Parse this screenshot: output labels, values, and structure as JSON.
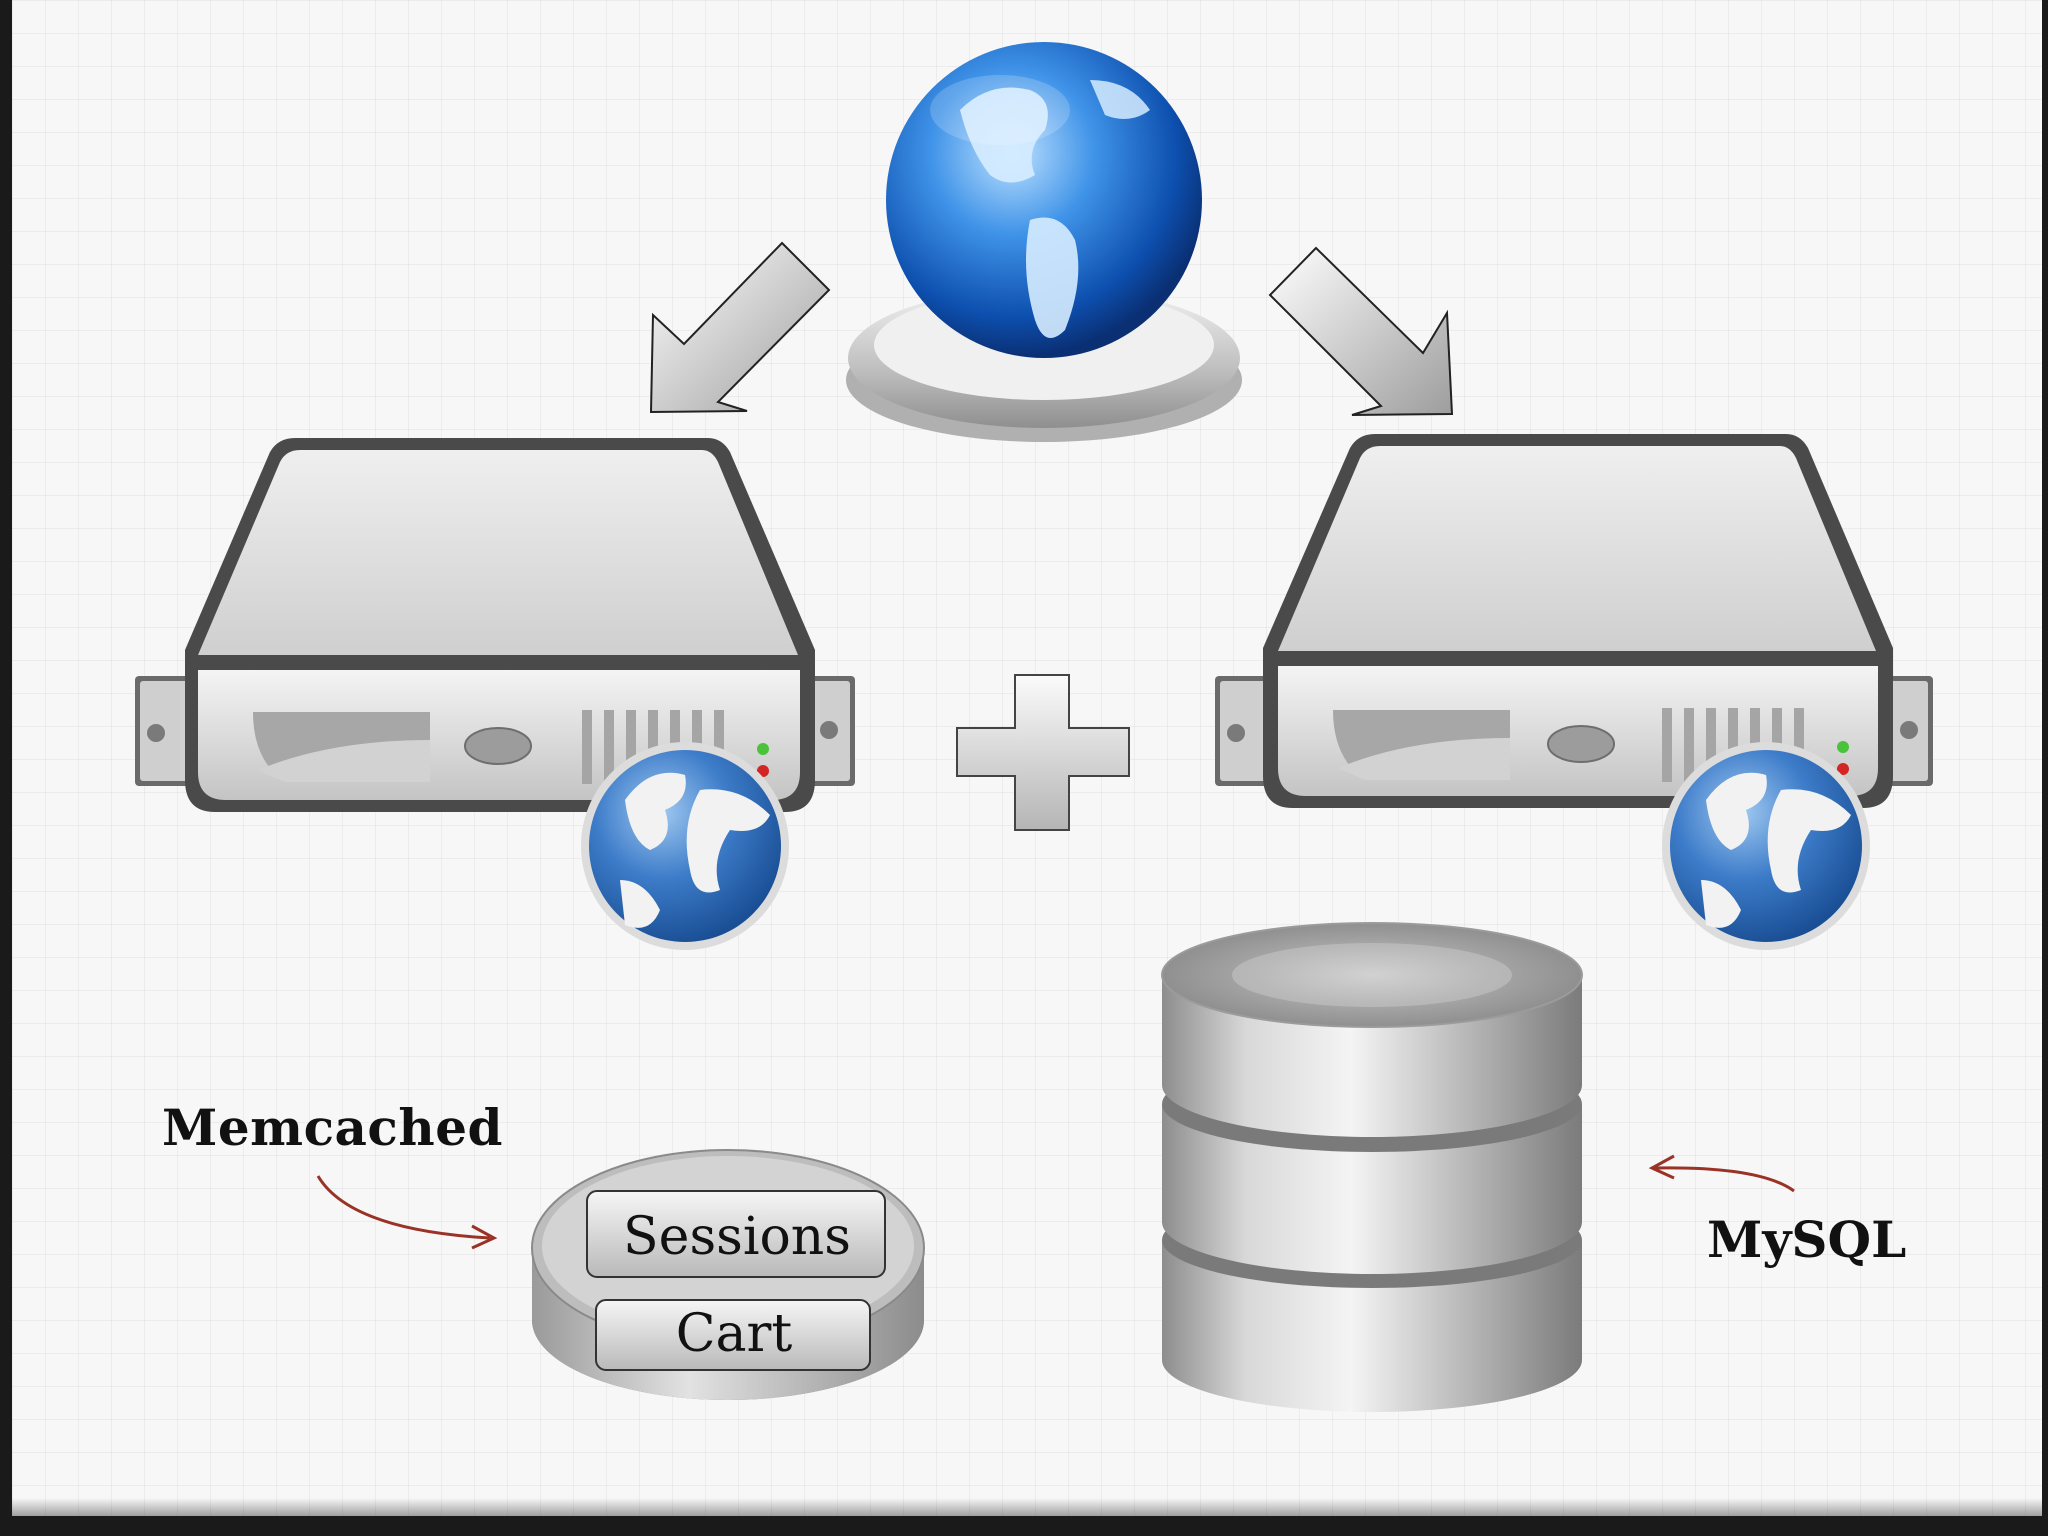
{
  "diagram": {
    "nodes": {
      "internet": {
        "icon": "globe-icon"
      },
      "web_server_left": {
        "icon": "web-server-icon"
      },
      "web_server_right": {
        "icon": "web-server-icon"
      },
      "memcached_store": {
        "icon": "cache-disk-icon"
      },
      "mysql_store": {
        "icon": "database-icon"
      }
    },
    "labels": {
      "memcached": "Memcached",
      "mysql": "MySQL",
      "sessions": "Sessions",
      "cart": "Cart"
    },
    "operators": {
      "plus": "+"
    },
    "edges": [
      {
        "from": "internet",
        "to": "web_server_left"
      },
      {
        "from": "internet",
        "to": "web_server_right"
      }
    ],
    "colors": {
      "globe_blue": "#1f6fc4",
      "annotation_arrow": "#9a3326",
      "server_gray": "#d9d9d9"
    }
  }
}
